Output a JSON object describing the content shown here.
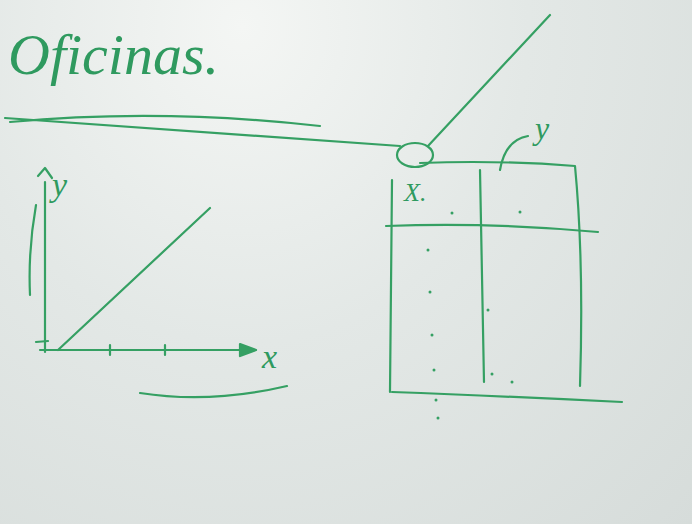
{
  "diagram": {
    "title": "Oficinas.",
    "labels": [
      "y",
      "x",
      "X.",
      "y"
    ]
  }
}
